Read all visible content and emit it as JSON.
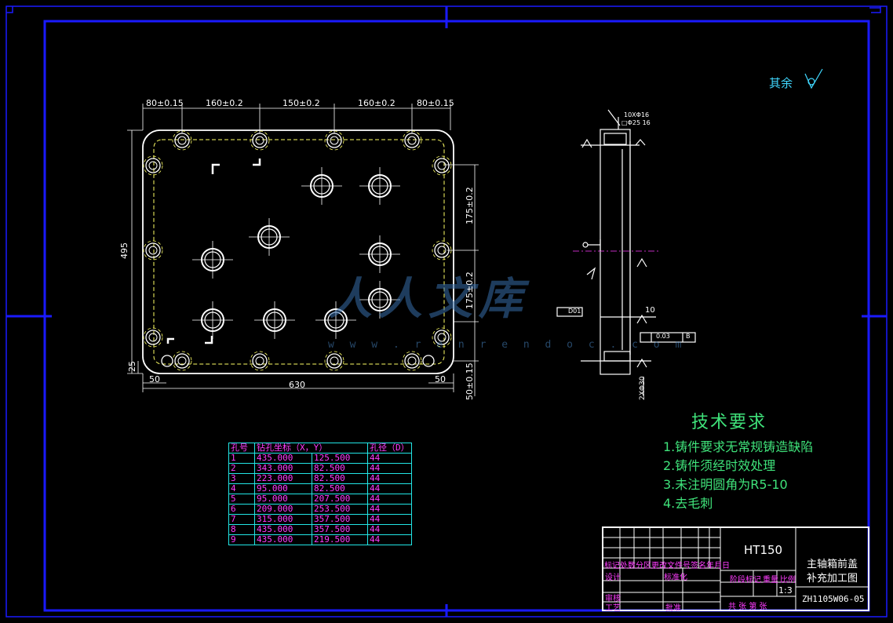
{
  "symbol_note": "其余",
  "tech_title": "技术要求",
  "tech_items": [
    "1.铸件要求无常规铸造缺陷",
    "2.铸件须经时效处理",
    "3.未注明圆角为R5-10",
    "4.去毛刺"
  ],
  "dims": {
    "top": [
      "80±0.15",
      "160±0.2",
      "150±0.2",
      "160±0.2",
      "80±0.15"
    ],
    "height": "495",
    "right_upper": "175±0.2",
    "right_lower": "175±0.2",
    "right_bottom": "50±0.15",
    "bottom_total": "630",
    "bottom_left": "50",
    "bottom_right": "50",
    "left_small": "25",
    "side_top": "10XΦ16",
    "side_top2": "□Φ25  16",
    "side_ten": "10",
    "side_bottom": "2XΦ30",
    "frame_box": "D01",
    "flatness_box": "0.03",
    "flatness_ref": "B"
  },
  "hole_table": {
    "headers": [
      "孔号",
      "钻孔坐标（X，Y）",
      "",
      "孔径（D）"
    ],
    "rows": [
      [
        "1",
        "435.000",
        "125.500",
        "44"
      ],
      [
        "2",
        "343.000",
        "82.500",
        "44"
      ],
      [
        "3",
        "223.000",
        "82.500",
        "44"
      ],
      [
        "4",
        "95.000",
        "82.500",
        "44"
      ],
      [
        "5",
        "95.000",
        "207.500",
        "44"
      ],
      [
        "6",
        "209.000",
        "253.500",
        "44"
      ],
      [
        "7",
        "315.000",
        "357.500",
        "44"
      ],
      [
        "8",
        "435.000",
        "357.500",
        "44"
      ],
      [
        "9",
        "435.000",
        "219.500",
        "44"
      ]
    ]
  },
  "title_block": {
    "material": "HT150",
    "name_line1": "主轴箱前盖",
    "name_line2": "补充加工图",
    "code": "ZH1105W06-05",
    "row_revision": "标记处数分区更改文件号签名年月日",
    "design": "设计",
    "standard": "标准化",
    "stage": "阶段标记",
    "weight": "重量",
    "scale_label": "比例",
    "scale": "1:3",
    "check": "审核",
    "process": "工艺",
    "approve": "批准",
    "sheets": "共    张  第    张"
  },
  "watermark": {
    "text": "人人文库",
    "url": "w w w . r e n r e n d o c . c o m"
  },
  "colors": {
    "frame": "#1a1aff",
    "outline": "#ffffff",
    "dashed": "#ffff66",
    "text_green": "#3fe27a",
    "table_cyan": "#22e6e6",
    "table_magenta": "#ff3cff"
  }
}
